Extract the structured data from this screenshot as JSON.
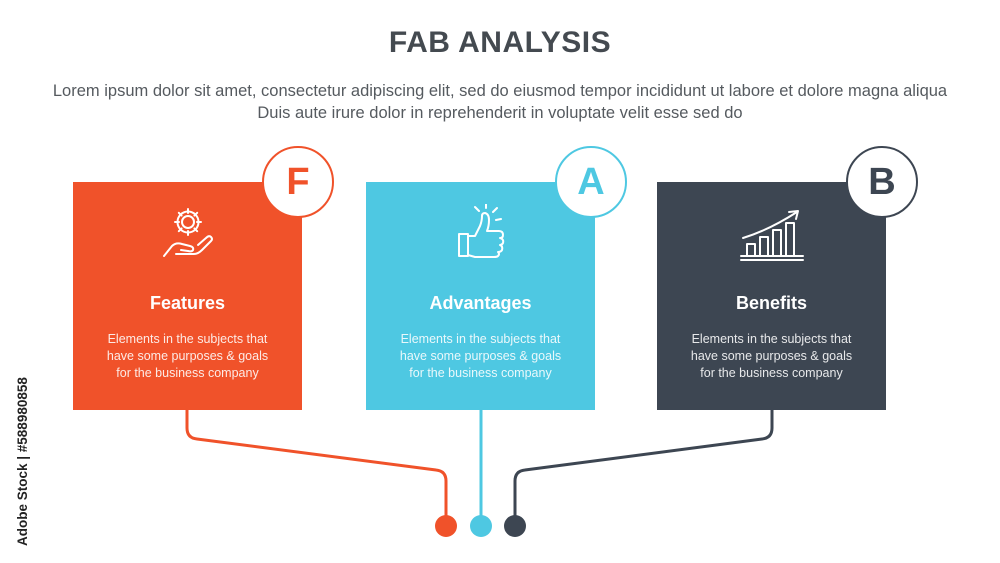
{
  "header": {
    "title": "FAB ANALYSIS",
    "subtitle": "Lorem ipsum dolor sit amet, consectetur adipiscing elit, sed do eiusmod tempor incididunt ut labore et dolore magna aliqua Duis aute irure dolor in reprehenderit in voluptate velit esse sed do"
  },
  "cards": [
    {
      "letter": "F",
      "title": "Features",
      "description": "Elements in the subjects that\nhave  some purposes & goals\nfor the  business company",
      "color": "#f0522a",
      "icon": "gear-hand-icon"
    },
    {
      "letter": "A",
      "title": "Advantages",
      "description": "Elements in the subjects that\nhave  some purposes & goals\nfor the  business company",
      "color": "#4ec8e2",
      "icon": "thumbs-up-icon"
    },
    {
      "letter": "B",
      "title": "Benefits",
      "description": "Elements in the subjects that\nhave  some purposes & goals\nfor the  business company",
      "color": "#3d4652",
      "icon": "growth-chart-icon"
    }
  ],
  "watermark": {
    "text": "Adobe Stock | #588980858"
  }
}
